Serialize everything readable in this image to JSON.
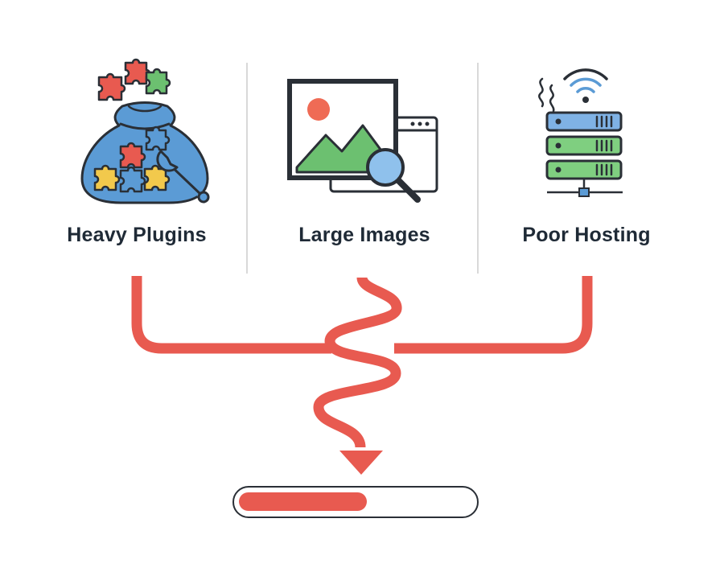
{
  "causes": [
    {
      "label": "Heavy Plugins",
      "icon": "plugin-bag-icon"
    },
    {
      "label": "Large Images",
      "icon": "image-magnifier-icon"
    },
    {
      "label": "Poor Hosting",
      "icon": "server-icon"
    }
  ],
  "colors": {
    "flow": "#e85a50",
    "outline": "#2a2f36",
    "divider": "#d9d9d9",
    "text": "#1f2a36",
    "blue": "#5b9bd5",
    "green": "#6cc070",
    "yellow": "#f2c94c",
    "red": "#e85a50"
  },
  "progress": {
    "fraction": 0.55,
    "icon": "loading-bar-icon"
  }
}
